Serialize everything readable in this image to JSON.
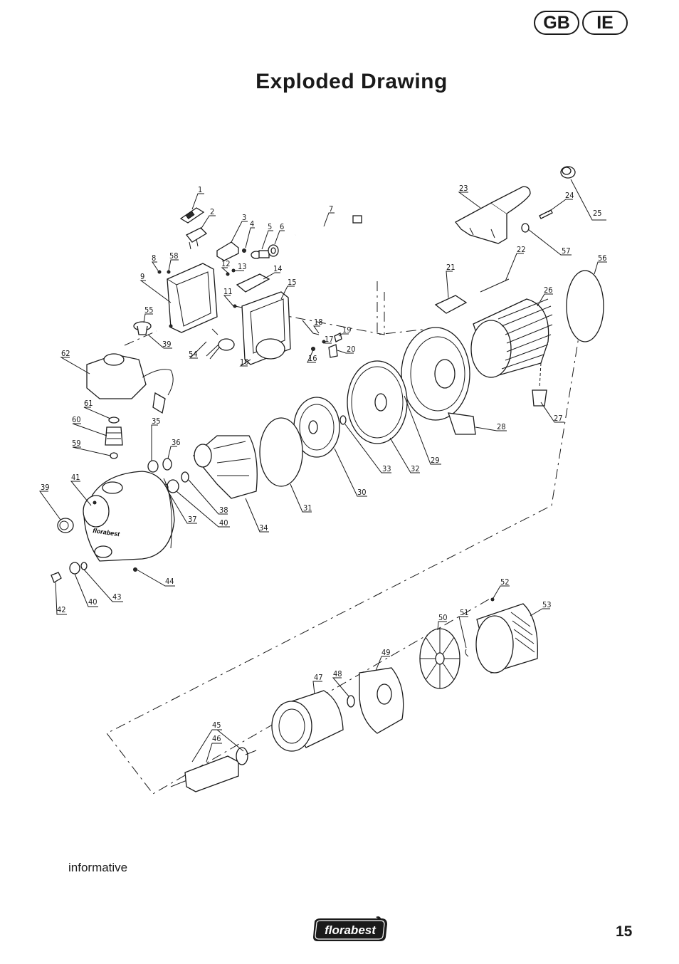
{
  "header": {
    "languages": [
      "GB",
      "IE"
    ],
    "title": "Exploded Drawing"
  },
  "parts": {
    "p1": "1",
    "p2": "2",
    "p3": "3",
    "p4": "4",
    "p5": "5",
    "p6": "6",
    "p7": "7",
    "p8": "8",
    "p9": "9",
    "p10": "10",
    "p11": "11",
    "p12": "12",
    "p13": "13",
    "p14": "14",
    "p15": "15",
    "p16": "16",
    "p17": "17",
    "p18": "18",
    "p19": "19",
    "p20": "20",
    "p21": "21",
    "p22": "22",
    "p23": "23",
    "p24": "24",
    "p25": "25",
    "p26": "26",
    "p27": "27",
    "p28": "28",
    "p29": "29",
    "p30": "30",
    "p31": "31",
    "p32": "32",
    "p33": "33",
    "p34": "34",
    "p35": "35",
    "p36": "36",
    "p37": "37",
    "p38": "38",
    "p39": "39",
    "p39b": "39",
    "p40": "40",
    "p40b": "40",
    "p41": "41",
    "p42": "42",
    "p43": "43",
    "p44": "44",
    "p45": "45",
    "p46": "46",
    "p47": "47",
    "p48": "48",
    "p49": "49",
    "p50": "50",
    "p51": "51",
    "p52": "52",
    "p53": "53",
    "p54": "54",
    "p55": "55",
    "p56": "56",
    "p57": "57",
    "p58": "58",
    "p59": "59",
    "p60": "60",
    "p61": "61",
    "p62": "62"
  },
  "housing_brand": "florabest",
  "footer": {
    "note": "informative",
    "brand": "florabest",
    "page_number": "15"
  }
}
